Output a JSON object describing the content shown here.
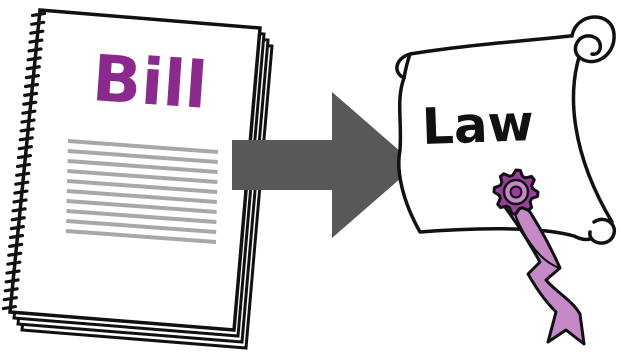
{
  "bill": {
    "title": "Bill",
    "title_color": "#8a2a8c",
    "text_line_color": "#a8a8a8",
    "text_line_count": 10
  },
  "arrow": {
    "color": "#585858",
    "icon": "right-arrow-icon"
  },
  "law": {
    "title": "Law",
    "title_color": "#111111",
    "seal_color": "#9b3f9e",
    "ribbon_color": "#c489c6",
    "icon": "scroll-icon"
  },
  "colors": {
    "outline": "#111111",
    "page": "#ffffff"
  }
}
